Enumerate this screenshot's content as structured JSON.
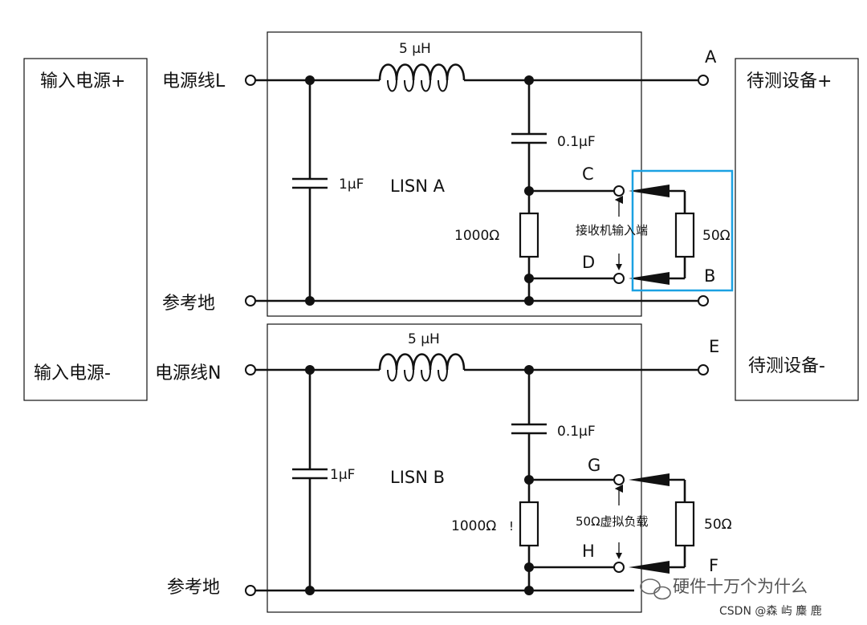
{
  "left_box": {
    "plus_label": "输入电源+",
    "minus_label": "输入电源-"
  },
  "right_box": {
    "plus_label": "待测设备+",
    "minus_label": "待测设备-"
  },
  "terminals": {
    "line_L": "电源线L",
    "line_N": "电源线N",
    "ref_top": "参考地",
    "ref_bottom": "参考地",
    "A": "A",
    "B": "B",
    "C": "C",
    "D": "D",
    "E": "E",
    "F": "F",
    "G": "G",
    "H": "H"
  },
  "lisn_a": {
    "name": "LISN A",
    "inductor": "5 μH",
    "cap_shunt": "1μF",
    "cap_series": "0.1μF",
    "resistor": "1000Ω",
    "load_resistor": "50Ω",
    "port_label": "接收机输入端"
  },
  "lisn_b": {
    "name": "LISN B",
    "inductor": "5 μH",
    "cap_shunt": "1μF",
    "cap_series": "0.1μF",
    "resistor": "1000Ω",
    "resistor_mark": "!",
    "load_resistor": "50Ω",
    "port_label": "50Ω虚拟负载"
  },
  "watermark": {
    "wechat": "硬件十万个为什么",
    "csdn": "CSDN @森 屿 麋 鹿"
  },
  "colors": {
    "line": "#111111",
    "highlight": "#1ba1e2",
    "background": "#ffffff"
  }
}
